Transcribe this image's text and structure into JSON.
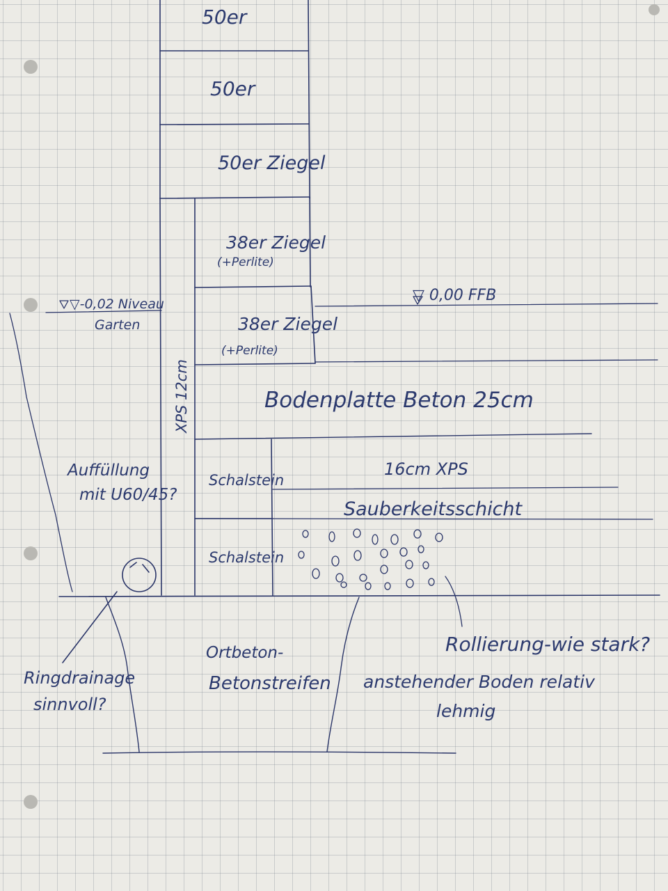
{
  "labels": {
    "brick_50_top": "50er",
    "brick_50_mid": "50er",
    "brick_50_ziegel": "50er Ziegel",
    "brick_38_upper": "38er Ziegel",
    "brick_38_upper_note": "(+Perlite)",
    "brick_38_lower": "38er Ziegel",
    "brick_38_lower_note": "(+Perlite)",
    "level_garden": "▽-0,02 Niveau",
    "level_garden_2": "Garten",
    "level_ffb": "▽ 0,00 FFB",
    "xps_wall": "XPS 12cm",
    "bodenplatte": "Bodenplatte Beton 25cm",
    "xps_floor": "16cm XPS",
    "sauberkeit": "Sauberkeitsschicht",
    "schalstein_1": "Schalstein",
    "schalstein_2": "Schalstein",
    "auffuellung_1": "Auffüllung",
    "auffuellung_2": "mit U60/45?",
    "ortbeton_1": "Ortbeton-",
    "ortbeton_2": "Betonstreifen",
    "rollierung": "Rollierung-wie stark?",
    "boden_1": "anstehender Boden relativ",
    "boden_2": "lehmig",
    "ringdrainage_1": "Ringdrainage",
    "ringdrainage_2": "sinnvoll?"
  },
  "colors": {
    "ink": "#2a3568",
    "paper": "#ecebe6",
    "grid": "#7a828c"
  }
}
